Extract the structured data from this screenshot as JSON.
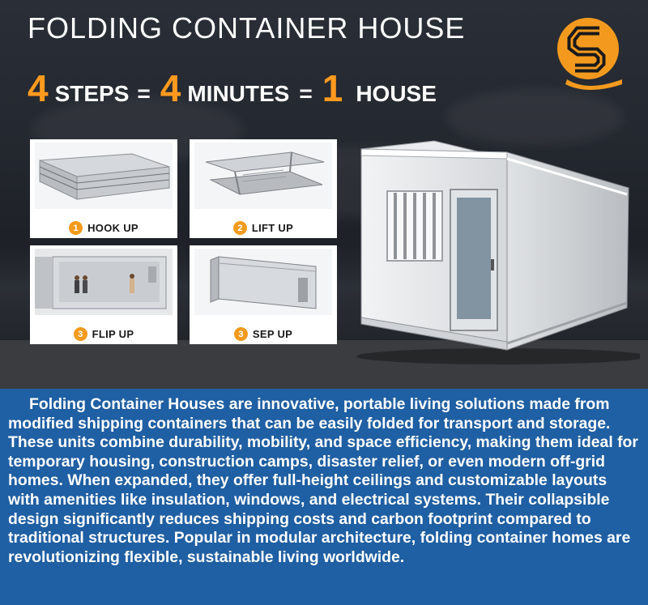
{
  "header": {
    "title": "FOLDING CONTAINER HOUSE",
    "equation": {
      "num1": "4",
      "word1": "STEPS",
      "eq1": "=",
      "num2": "4",
      "word2": "MINUTES",
      "eq2": "=",
      "num3": "1",
      "word3": "HOUSE"
    }
  },
  "logo": {
    "icon": "s-q-logo-icon",
    "letter": "S"
  },
  "steps": [
    {
      "number": "1",
      "label": "HOOK UP"
    },
    {
      "number": "2",
      "label": "LIFT UP"
    },
    {
      "number": "3",
      "label": "FLIP UP"
    },
    {
      "number": "3",
      "label": "SEP UP"
    }
  ],
  "description": "Folding Container Houses are innovative, portable living solutions made from modified shipping containers that can be easily folded for transport and storage. These units combine durability, mobility, and space efficiency, making them ideal for temporary housing, construction camps, disaster relief, or even modern off-grid homes. When expanded, they offer full-height ceilings and customizable layouts with amenities like insulation, windows, and electrical systems. Their collapsible design significantly reduces shipping costs and carbon footprint compared to traditional structures. Popular in modular architecture, folding container homes are revolutionizing flexible, sustainable living worldwide.",
  "colors": {
    "accent": "#f39a1e",
    "panel": "#1f5fa3",
    "background": "#23272e"
  }
}
